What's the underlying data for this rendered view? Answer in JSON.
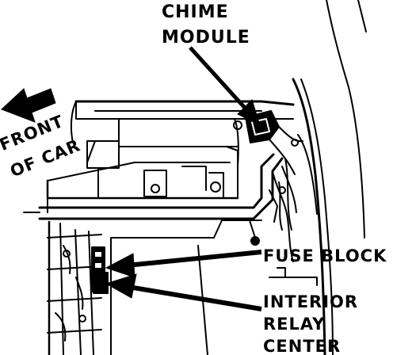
{
  "labels": {
    "chime_module": "CHIME\nMODULE",
    "front_of_car": "FRONT\nOF CAR",
    "fuse_block": "FUSE BLOCK",
    "interior_relay_center": "INTERIOR\nRELAY\nCENTER"
  },
  "colors": {
    "ink": "#000000",
    "paper": "#ffffff"
  }
}
